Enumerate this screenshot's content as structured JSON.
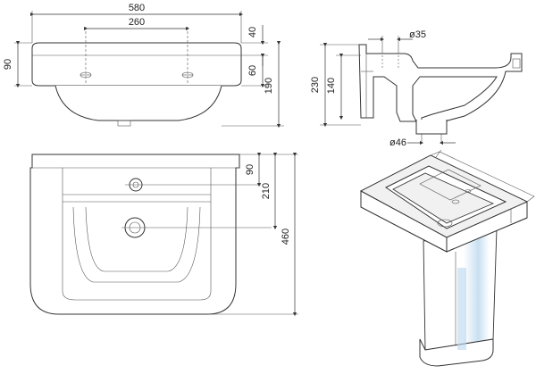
{
  "dimensions": {
    "top_width": "580",
    "top_inner": "260",
    "top_depth_left": "90",
    "top_right_40": "40",
    "top_right_60": "60",
    "top_right_190": "190",
    "side_35": "ø35",
    "side_230": "230",
    "side_140": "140",
    "side_46": "ø46",
    "front_90": "90",
    "front_210": "210",
    "front_460": "460"
  },
  "colors": {
    "line": "#333333",
    "pedestal_highlight": "#b9d6ee"
  }
}
